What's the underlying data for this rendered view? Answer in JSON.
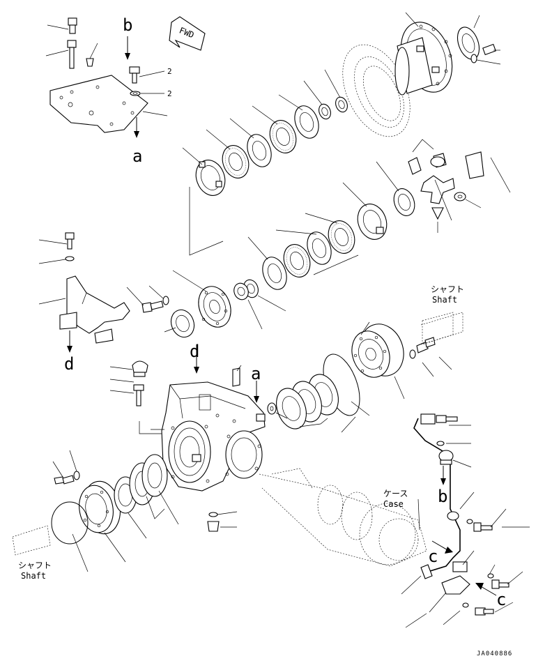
{
  "labels": {
    "fwd": "FWD",
    "a": "a",
    "b": "b",
    "c": "c",
    "d": "d",
    "qty_2": "2",
    "shaft_jp": "シャフト",
    "shaft_en": "Shaft",
    "case_jp": "ケース",
    "case_en": "Case",
    "drawing_code": "JA040886"
  }
}
